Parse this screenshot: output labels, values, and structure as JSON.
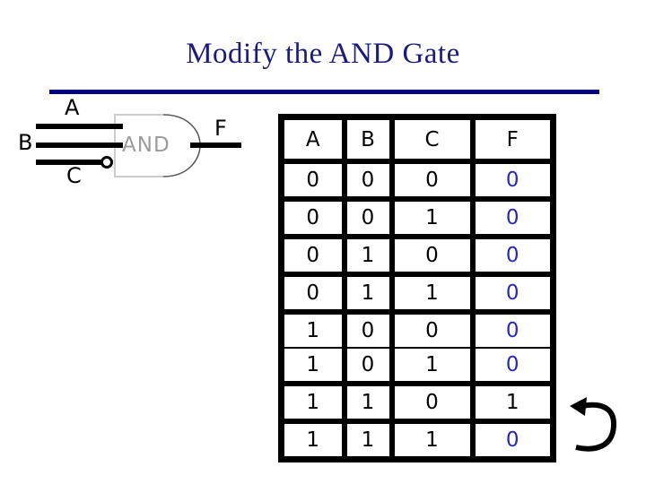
{
  "slide": {
    "title": "Modify the AND Gate"
  },
  "gate": {
    "label": "AND",
    "inputs": [
      "A",
      "B",
      "C"
    ],
    "output": "F"
  },
  "truth_table": {
    "headers": [
      "A",
      "B",
      "C",
      "F"
    ],
    "rows": [
      [
        "0",
        "0",
        "0",
        "0"
      ],
      [
        "0",
        "0",
        "1",
        "0"
      ],
      [
        "0",
        "1",
        "0",
        "0"
      ],
      [
        "0",
        "1",
        "1",
        "0"
      ],
      [
        "1",
        "0",
        "0",
        "0"
      ],
      [
        "1",
        "0",
        "1",
        "0"
      ],
      [
        "1",
        "1",
        "0",
        "1"
      ],
      [
        "1",
        "1",
        "1",
        "0"
      ]
    ],
    "f_column_colors": [
      "blue",
      "blue",
      "blue",
      "blue",
      "blue",
      "blue",
      "black",
      "blue"
    ]
  },
  "colors": {
    "title_navy": "#1b1b78",
    "rule_navy": "#000080",
    "f_blue": "#2a2aad",
    "f_black": "#000000",
    "gate_gray": "#9c9c9c",
    "gate_outline_gray": "#cccccc"
  }
}
